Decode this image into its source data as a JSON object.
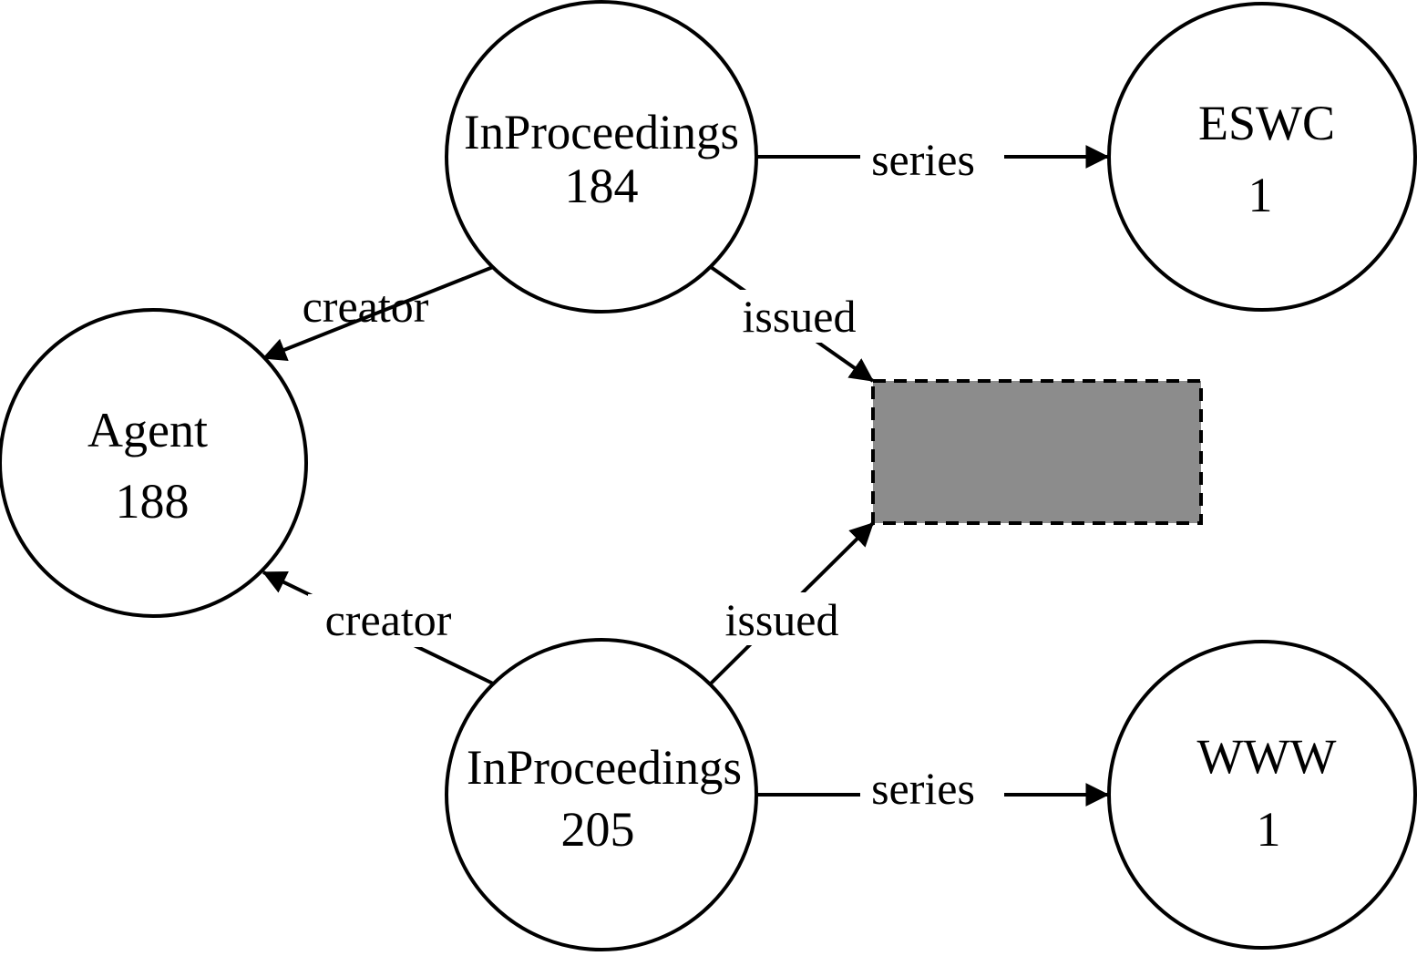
{
  "nodes": {
    "inproc184": {
      "type": "InProceedings",
      "count": "184"
    },
    "eswc": {
      "type": "ESWC",
      "count": "1"
    },
    "agent": {
      "type": "Agent",
      "count": "188"
    },
    "inproc205": {
      "type": "InProceedings",
      "count": "205"
    },
    "www": {
      "type": "WWW",
      "count": "1"
    }
  },
  "placeholder_box": {
    "fill": "#8c8c8c",
    "border": "dashed"
  },
  "edges": {
    "series_top": "series",
    "creator_top": "creator",
    "issued_top": "issued",
    "creator_bottom": "creator",
    "issued_bottom": "issued",
    "series_bottom": "series"
  },
  "colors": {
    "stroke": "#000000",
    "background": "#ffffff",
    "box_fill": "#8c8c8c"
  }
}
